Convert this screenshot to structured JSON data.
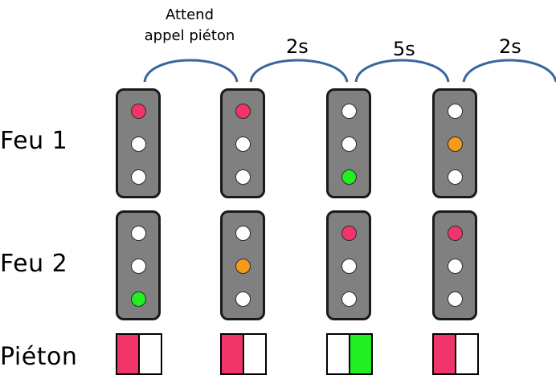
{
  "colors": {
    "red": "#f0356b",
    "orange": "#f79a1a",
    "green": "#22ee22",
    "off": "#ffffff",
    "housing": "#808080",
    "arc": "#3a659e"
  },
  "rows": {
    "feu1": "Feu 1",
    "feu2": "Feu 2",
    "pieton": "Piéton"
  },
  "transitions": [
    {
      "caption_line1": "Attend",
      "caption_line2": "appel piéton"
    },
    {
      "duration": "2s"
    },
    {
      "duration": "5s"
    },
    {
      "duration": "2s"
    }
  ],
  "states": [
    {
      "feu1": "red",
      "feu2": "green",
      "pieton": "red"
    },
    {
      "feu1": "red",
      "feu2": "orange",
      "pieton": "red"
    },
    {
      "feu1": "green",
      "feu2": "red",
      "pieton": "green"
    },
    {
      "feu1": "orange",
      "feu2": "red",
      "pieton": "red"
    }
  ]
}
